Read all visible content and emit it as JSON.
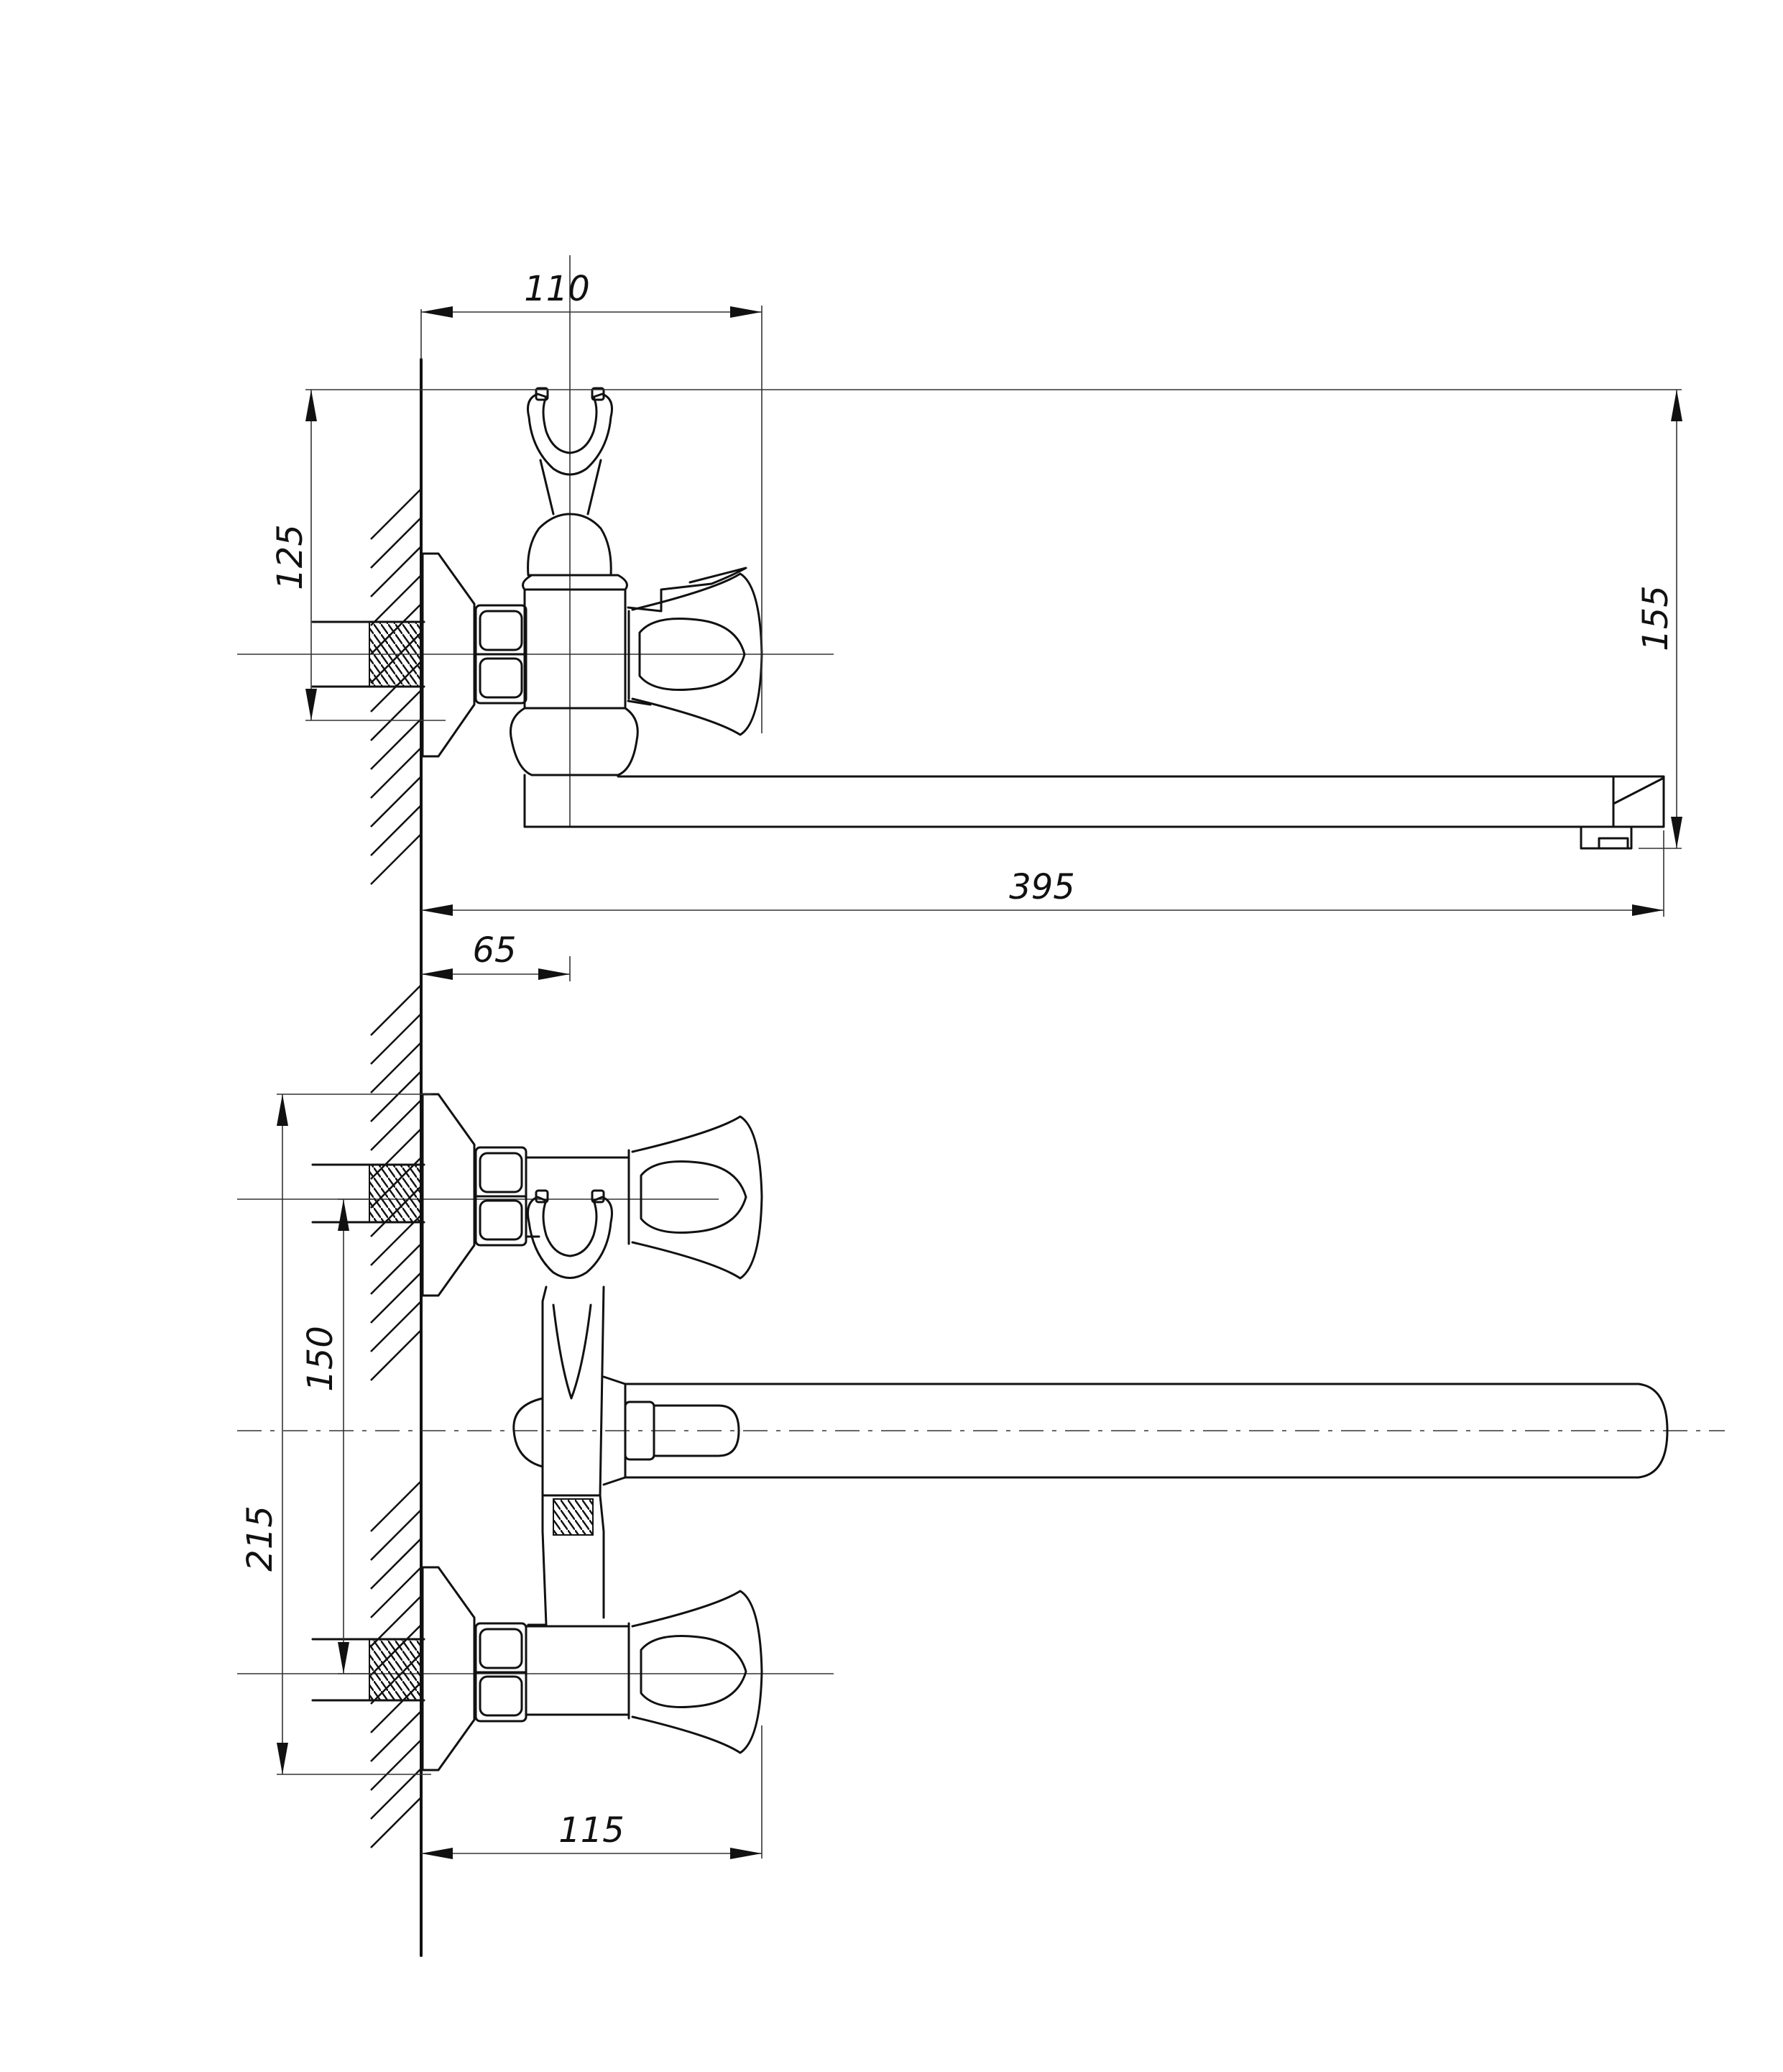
{
  "dimensions": {
    "width_110": "110",
    "height_125": "125",
    "height_155": "155",
    "length_395": "395",
    "offset_65": "65",
    "spacing_150": "150",
    "height_215": "215",
    "width_115": "115"
  },
  "colors": {
    "line": "#111111",
    "background": "#ffffff"
  }
}
